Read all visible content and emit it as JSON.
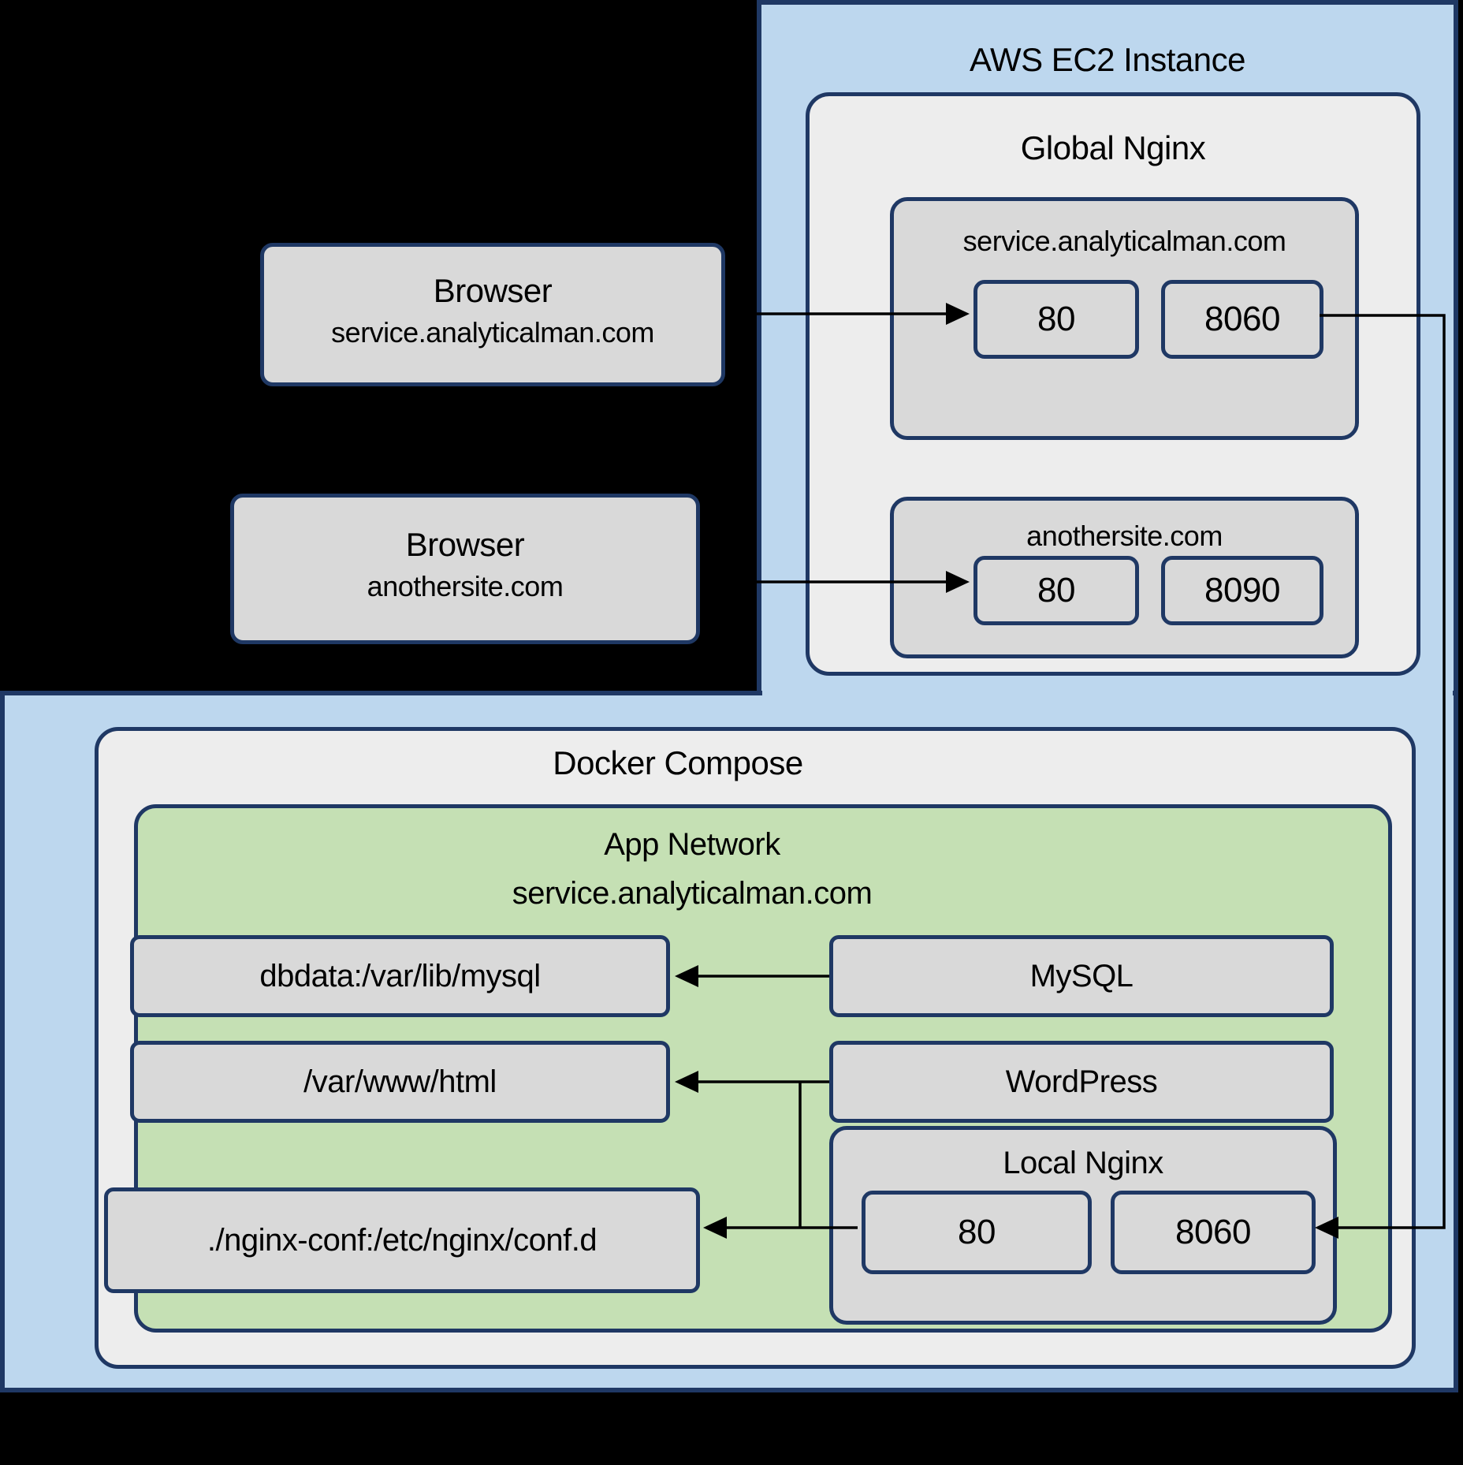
{
  "aws": {
    "title": "AWS EC2 Instance"
  },
  "global_nginx": {
    "title": "Global Nginx",
    "vhosts": [
      {
        "domain": "service.analyticalman.com",
        "ports": [
          "80",
          "8060"
        ]
      },
      {
        "domain": "anothersite.com",
        "ports": [
          "80",
          "8090"
        ]
      }
    ]
  },
  "browsers": [
    {
      "label": "Browser",
      "domain": "service.analyticalman.com"
    },
    {
      "label": "Browser",
      "domain": "anothersite.com"
    }
  ],
  "docker": {
    "title": "Docker Compose"
  },
  "app_network": {
    "title": "App Network",
    "subtitle": "service.analyticalman.com"
  },
  "volumes": [
    {
      "label": "dbdata:/var/lib/mysql"
    },
    {
      "label": "/var/www/html"
    },
    {
      "label": "./nginx-conf:/etc/nginx/conf.d"
    }
  ],
  "services": [
    {
      "label": "MySQL"
    },
    {
      "label": "WordPress"
    }
  ],
  "local_nginx": {
    "title": "Local Nginx",
    "ports": [
      "80",
      "8060"
    ]
  },
  "colors": {
    "background": "#000000",
    "panel_blue": "#bdd7ee",
    "panel_gray": "#ededed",
    "box_gray": "#d9d9d9",
    "panel_green": "#c5e0b4",
    "border_navy": "#1f3864",
    "arrow": "#000000"
  }
}
